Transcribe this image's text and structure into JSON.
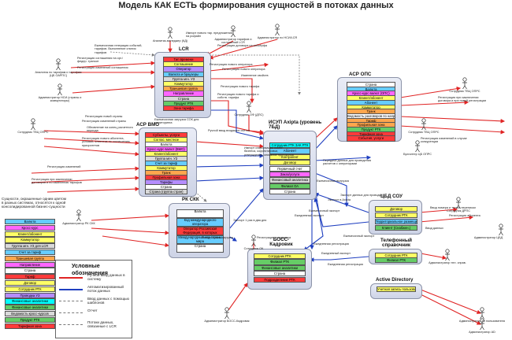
{
  "title": "Модель КАК ЕСТЬ формирования сущностей в потоках данных",
  "colors": {
    "arrow_red": "#e02424",
    "arrow_blue": "#1f3fc0",
    "arrow_gray": "#7a7a7a",
    "system_fill": "#d6dbeb"
  },
  "systems": [
    {
      "id": "lcr",
      "name": "LCR",
      "entities": [
        {
          "t": "Тип времени",
          "c": "#ff3b3b"
        },
        {
          "t": "Соглашение",
          "c": "#ffff66"
        },
        {
          "t": "Оператор",
          "c": "#b58cff"
        },
        {
          "t": "Валюта и браузеры",
          "c": "#66ccff"
        },
        {
          "t": "Группа мгн. УЗ",
          "c": "#d9d9d9"
        },
        {
          "t": "Коммутатор",
          "c": "#ffff66"
        },
        {
          "t": "Траншевая группа",
          "c": "#ffa64d"
        },
        {
          "t": "Направление",
          "c": "#ff66ff"
        },
        {
          "t": "Страна",
          "c": "#d9d9d9"
        },
        {
          "t": "Продукт РТК",
          "c": "#66cc66"
        },
        {
          "t": "Зона тарифа",
          "c": "#ff3b3b"
        }
      ]
    },
    {
      "id": "asr_vmo",
      "name": "АСР ВМО",
      "entities": [
        {
          "t": "Субъекты, услуги",
          "c": "#ff3b3b"
        },
        {
          "t": "Соглас. местное",
          "c": "#ffff66"
        },
        {
          "t": "Валюта",
          "c": "#ffffff"
        },
        {
          "t": "Кросс-курс валют (ВМО)",
          "c": "#ff66ff"
        },
        {
          "t": "Клиент/абонент",
          "c": "#ffff66"
        },
        {
          "t": "Группа мгн. УЗ",
          "c": "#d9d9d9"
        },
        {
          "t": "Счет за тариф",
          "c": "#66ccff"
        },
        {
          "t": "Коммутатор",
          "c": "#ffff66"
        },
        {
          "t": "Транк",
          "c": "#ffa64d"
        },
        {
          "t": "Профильная зона",
          "c": "#ff3b3b"
        },
        {
          "t": "Тарифы",
          "c": "#b58cff"
        },
        {
          "t": "Страна",
          "c": "#ffffff"
        },
        {
          "t": "Страна (группа стран)",
          "c": "#d9d9d9"
        }
      ]
    },
    {
      "id": "asr_ops",
      "name": "АСР ОПС",
      "entities": [
        {
          "t": "Страна",
          "c": "#ffffff"
        },
        {
          "t": "Валюта",
          "c": "#66ccff"
        },
        {
          "t": "Кросс-курс валют (ОПС)",
          "c": "#ff66ff"
        },
        {
          "t": "Клиент/абонент",
          "c": "#ffff66"
        },
        {
          "t": "Абонент",
          "c": "#66ccff"
        },
        {
          "t": "Коммутатор",
          "c": "#ffff66"
        },
        {
          "t": "Транк",
          "c": "#ffa64d"
        },
        {
          "t": "Ведомость разговоров по направлениям",
          "c": "#ffffff"
        },
        {
          "t": "Тариф",
          "c": "#ffa64d"
        },
        {
          "t": "Профильная зона",
          "c": "#ffa64d"
        },
        {
          "t": "Продукт РТК",
          "c": "#66cc66"
        },
        {
          "t": "Тарифная зона",
          "c": "#ff3b3b"
        },
        {
          "t": "События, услуги",
          "c": "#ff3b3b"
        }
      ]
    },
    {
      "id": "isup",
      "name": "ИСУП Axipta (уровень 7БД)",
      "entities": [
        {
          "t": "Сотрудник РТК ЗАК РТК",
          "c": "#00ffff"
        },
        {
          "t": "Абонент",
          "c": "#66ccff"
        },
        {
          "t": "Контрагент",
          "c": "#ffff66"
        },
        {
          "t": "Договор",
          "c": "#ffff66"
        },
        {
          "t": "Первичный счет",
          "c": "#ffffff"
        },
        {
          "t": "Заказ/услуга",
          "c": "#ff66ff"
        },
        {
          "t": "Финансовый аналитика",
          "c": "#d9d9d9"
        },
        {
          "t": "Филиал ОА",
          "c": "#66cc66"
        },
        {
          "t": "Страна",
          "c": "#ffffff"
        }
      ]
    },
    {
      "id": "rk_skk",
      "name": "РК СКК",
      "entities": [
        {
          "t": "Валюта",
          "c": "#ffffff"
        },
        {
          "t": "Код международного оператора",
          "c": "#66ccff"
        },
        {
          "t": "Оператор Российская Федерация, в которых коммерсантируют РТК",
          "c": "#ff3b3b"
        },
        {
          "t": "Международный код страны мира",
          "c": "#66ccff"
        },
        {
          "t": "Страна",
          "c": "#ffffff"
        }
      ]
    },
    {
      "id": "boss",
      "name": "БОСС-Кадровик",
      "entities": [
        {
          "t": "Сотрудник РТК",
          "c": "#ffff66"
        },
        {
          "t": "Филиал РТК",
          "c": "#66cc66"
        },
        {
          "t": "Финансовые аналитики",
          "c": "#66cc66"
        },
        {
          "t": "Страна",
          "c": "#ffffff"
        },
        {
          "t": "Подразделение РТК",
          "c": "#ff3b3b"
        }
      ]
    },
    {
      "id": "cbd_sou",
      "name": "ЦБД СОУ",
      "entities": [
        {
          "t": "Договор",
          "c": "#ffff66"
        },
        {
          "t": "Сотрудник РТК",
          "c": "#ffff66"
        },
        {
          "t": "Территориальное размещение",
          "c": "#66ccff"
        },
        {
          "t": "Клиент (Снабжен.)",
          "c": "#66cc66"
        }
      ]
    },
    {
      "id": "phonebook",
      "name": "Телефонный справочник",
      "entities": [
        {
          "t": "Сотрудник РТК",
          "c": "#ffff66"
        },
        {
          "t": "Филиал РТК",
          "c": "#66cc66"
        }
      ]
    },
    {
      "id": "ad",
      "name": "Active Directory",
      "entities": [
        {
          "t": "Учетная запись пользователя",
          "c": "#ffff66"
        }
      ]
    }
  ],
  "actors": [
    "Аналитик-менеджер (КД)",
    "Администратор тарифов и соглашений LCR",
    "Администратор по НСИ/LCR",
    "Аналитик по тарифам и тарифам (ЦБ ОАРПС)",
    "Администратор НСИ (страны и коммутаторы)",
    "Сотрудник ТВЦ ОПРС",
    "Сотрудник ОФ (ДПС)",
    "Сотрудник ТВЦ ОПРС",
    "Бухгалтер ЦБ ОПРС",
    "Сотрудник ТВЦ ОПРС",
    "Администратор РК СКК",
    "Сотрудник ДРПС",
    "Администратор ЦБД",
    "Сотрудник ОК",
    "Администратор БОСС-Кадровик",
    "Администратор тел. справ.",
    "Администратор УЗ пользователя",
    "Администратор AD"
  ],
  "flow_labels": [
    "Импорт нового тар. предложения на рофайл",
    "Ежемесячная генерация событий, тарифов. Выполнение снятия тарифов",
    "Регистрация соглашения на орг./федер. трансит",
    "Регистрация изменений соглашения",
    "Регистрация договора на кабсёрфа",
    "Регистрация нового оператора",
    "Регистрация нового оператора",
    "Изменение свойств",
    "Регистрация нового тарифа",
    "Регистрация нового тарифа и собств. тарифа",
    "Ежемесячная загрузка СОК для мониторинга",
    "Регистрация новой страны",
    "Регистрация изменений страны",
    "Обновление на конец расчетного периода",
    "Регистрация нового абонента, условий, клиентов по соглашению, приоритетов",
    "Регистрация изменений",
    "Регистрация при заключении договоров и по изменению тарифов",
    "Ручной ввод входящих счетов",
    "Импорт информации после бизнеса, корректировки, утверждения, описание протоколов",
    "Передача данных для проведения расчетов с операторами",
    "Регистрация при заключении договора и при новой регистрации",
    "Регистрация изменений в случае конкуренции",
    "Ежемесячная выгрузка",
    "Экспорт данных для проводки",
    "Ежемесячный экспорт",
    "Ежедневный экспорт",
    "Экспорт 1 раз в два дня",
    "Ежемесячный экспорт",
    "Ежедневный экспорт",
    "Ежедневная регистрация",
    "Ежедневная регистрация",
    "Ежемесячная загрузка",
    "Регистрация сотрудника",
    "Ввод данных",
    "Ввод номера и текста переписки",
    "Регистрация абонента",
    "Экспорт в Axipta"
  ],
  "color_note": "Сущности, окрашенные одним цветом в разных системах, относятся к одной консолидированной бизнес-сущности",
  "color_legend": [
    {
      "t": "Валюта",
      "c": "#66ccff"
    },
    {
      "t": "Кросс-курс",
      "c": "#ff66ff"
    },
    {
      "t": "Клиент/абонент",
      "c": "#ffff66"
    },
    {
      "t": "Коммутатор",
      "c": "#ffff66"
    },
    {
      "t": "Группа мгн. УЗ для LCR",
      "c": "#d9d9d9"
    },
    {
      "t": "Счет за тариф",
      "c": "#66ccff"
    },
    {
      "t": "Траншевая группа",
      "c": "#ffa64d"
    },
    {
      "t": "Направление",
      "c": "#ff66ff"
    },
    {
      "t": "Страна",
      "c": "#ffffff"
    },
    {
      "t": "Тариф",
      "c": "#ff3b3b"
    },
    {
      "t": "Договор",
      "c": "#ffff66"
    },
    {
      "t": "Сотрудник РТК",
      "c": "#ffff66"
    },
    {
      "t": "Проводка УЗ",
      "c": "#b58cff"
    },
    {
      "t": "Финансовые аналитики",
      "c": "#00ffff"
    },
    {
      "t": "Финансовые аналитики",
      "c": "#66cc66"
    },
    {
      "t": "Ведомость кросс-курсов",
      "c": "#d9d9d9"
    },
    {
      "t": "Продукт РТК",
      "c": "#66cc66"
    },
    {
      "t": "Тарифная зона",
      "c": "#ff3b3b"
    }
  ],
  "legend": {
    "title": "Условные обозначения",
    "items": [
      {
        "t": "Ручной ввод данных в систему",
        "c": "#e02424"
      },
      {
        "t": "Автоматизированный поток данных",
        "c": "#1f3fc0"
      },
      {
        "t": "Ввод данных с помощью шаблонов",
        "c": "#7a7a7a"
      },
      {
        "t": "Отчет",
        "c": "#7a7a7a"
      },
      {
        "t": "Потоки данных, связанные с LCR",
        "c": "#7a7a7a"
      }
    ]
  }
}
